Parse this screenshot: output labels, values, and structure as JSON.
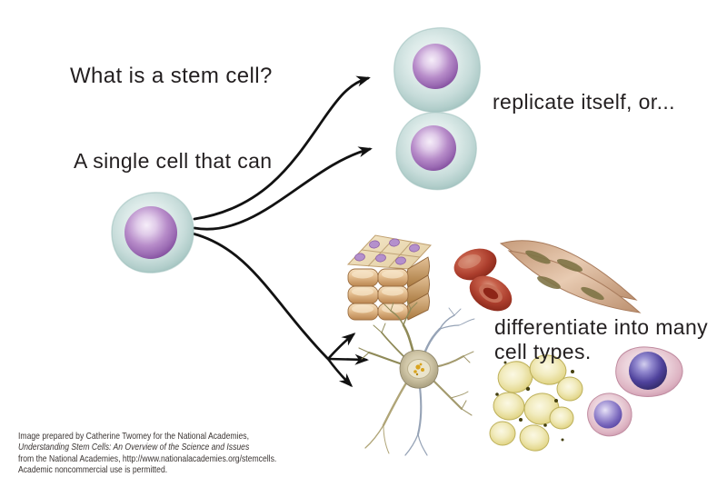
{
  "title": "What is a stem cell?",
  "subtitle": "A single cell that can",
  "labels": {
    "replicate": "replicate itself, or...",
    "differentiate_line1": "differentiate into many",
    "differentiate_line2": "cell types."
  },
  "attribution": {
    "lines": [
      "Image prepared by Catherine Twomey for the National Academies,",
      "Understanding Stem Cells: An Overview of the Science and Issues",
      "from the National Academies, http://www.nationalacademies.org/stemcells.",
      "Academic noncommercial use is permitted."
    ]
  },
  "illustrations": [
    "stem-cell-illustration",
    "replicated-stem-cell-top-illustration",
    "replicated-stem-cell-bottom-illustration",
    "epithelial-tissue-illustration",
    "red-blood-cells-illustration",
    "smooth-muscle-cells-illustration",
    "neuron-illustration",
    "fat-cells-illustration",
    "white-blood-cells-illustration"
  ],
  "colors": {
    "background": "#ffffff",
    "text": "#231f20",
    "arrow": "#121212",
    "stem_cell_cytoplasm": "#d6e7e5",
    "stem_cell_nucleus": "#9a68b4",
    "epithelial_tan": "#dbb184",
    "epithelial_nucleus": "#b490cc",
    "red_blood_cell": "#ab3d2c",
    "muscle_tan": "#d9b89c",
    "neuron_body": "#cdc3a4",
    "neuron_nucleolus": "#d9a31d",
    "fat_yellow": "#f0e9b6",
    "wbc_pink": "#ecd4dc",
    "wbc_nucleus_blue": "#4f429c"
  }
}
